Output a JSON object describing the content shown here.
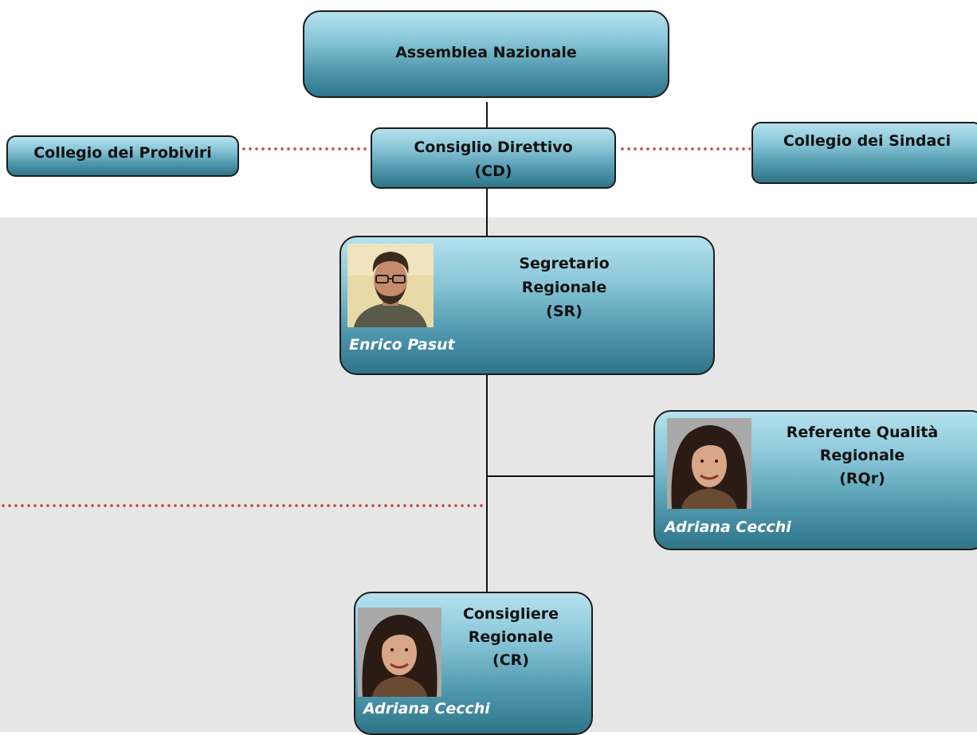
{
  "nodes": {
    "assemblea": {
      "title": "Assemblea Nazionale"
    },
    "probiviri": {
      "title": "Collegio dei Probiviri"
    },
    "direttivo": {
      "title": "Consiglio Direttivo\n(CD)"
    },
    "sindaci": {
      "title": "Collegio dei Sindaci"
    },
    "segretario": {
      "title": "Segretario\nRegionale\n(SR)",
      "person": "Enrico Pasut"
    },
    "qualita": {
      "title": "Referente Qualità\nRegionale\n(RQr)",
      "person": "Adriana Cecchi"
    },
    "consigliere": {
      "title": "Consigliere\nRegionale\n(CR)",
      "person": "Adriana Cecchi"
    }
  },
  "colors": {
    "box_gradient_top": "#b5e2ee",
    "box_gradient_bottom": "#2f7589",
    "dotted_connector": "#c0504d",
    "band": "#e6e6e6"
  },
  "icons": {
    "segretario_photo": "portrait-man-photo",
    "qualita_photo": "portrait-woman-photo",
    "consigliere_photo": "portrait-woman-photo"
  }
}
